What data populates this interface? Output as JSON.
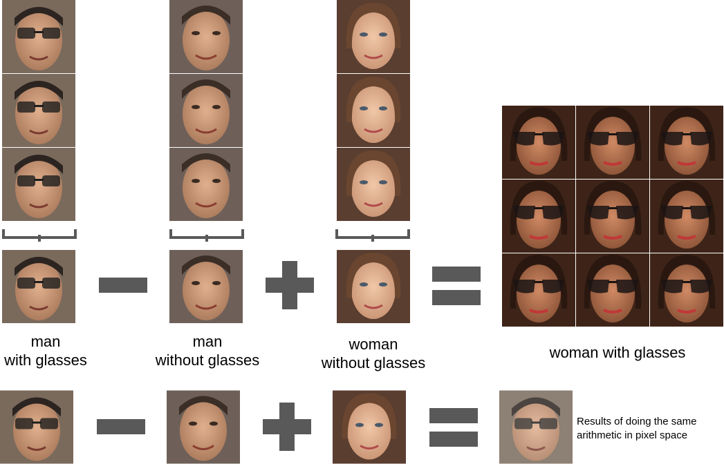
{
  "labels": {
    "man_with_glasses": [
      "man",
      "with glasses"
    ],
    "man_without_glasses": [
      "man",
      "without glasses"
    ],
    "woman_without_glasses": [
      "woman",
      "without glasses"
    ],
    "woman_with_glasses": "woman with glasses",
    "pixel_space_note": [
      "Results of doing the same",
      "arithmetic in pixel space"
    ]
  },
  "colors": {
    "operator": "#595959",
    "background": "#ffffff"
  },
  "icons": {
    "minus": "minus-operator-icon",
    "plus": "plus-operator-icon",
    "equals": "equals-operator-icon"
  }
}
